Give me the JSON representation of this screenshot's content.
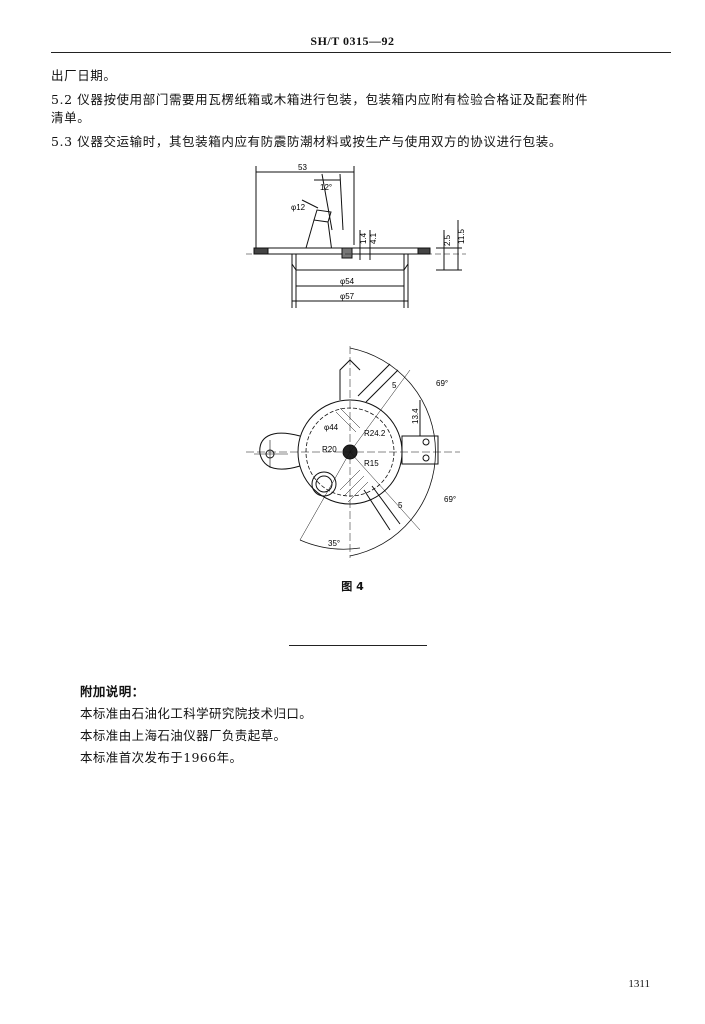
{
  "header": {
    "standard_no": "SH/T 0315—92"
  },
  "body": {
    "line1": "出厂日期。",
    "line2": "5.2  仪器按使用部门需要用瓦楞纸箱或木箱进行包装，包装箱内应附有检验合格证及配套附件",
    "line3": "清单。",
    "line4": "5.3  仪器交运输时，其包装箱内应有防震防潮材料或按生产与使用双方的协议进行包装。"
  },
  "figure": {
    "caption": "图 4",
    "top_view_labels": {
      "d53": "53",
      "a12": "12°",
      "phi12": "φ12",
      "h14": "1.4",
      "h41": "4.1",
      "h25": "2.5",
      "h115": "11.5",
      "phi54": "φ54",
      "phi57": "φ57"
    },
    "plan_view_labels": {
      "r5a": "5",
      "a69a": "69°",
      "h134": "13.4",
      "phi44": "φ44",
      "r242": "R24.2",
      "r20": "R20",
      "r15": "R15",
      "r5b": "5",
      "a69b": "69°",
      "a35": "35°"
    }
  },
  "notes": {
    "title": "附加说明：",
    "line1": "本标准由石油化工科学研究院技术归口。",
    "line2": "本标准由上海石油仪器厂负责起草。",
    "line3": "本标准首次发布于1966年。"
  },
  "footer": {
    "page_number": "1311"
  }
}
